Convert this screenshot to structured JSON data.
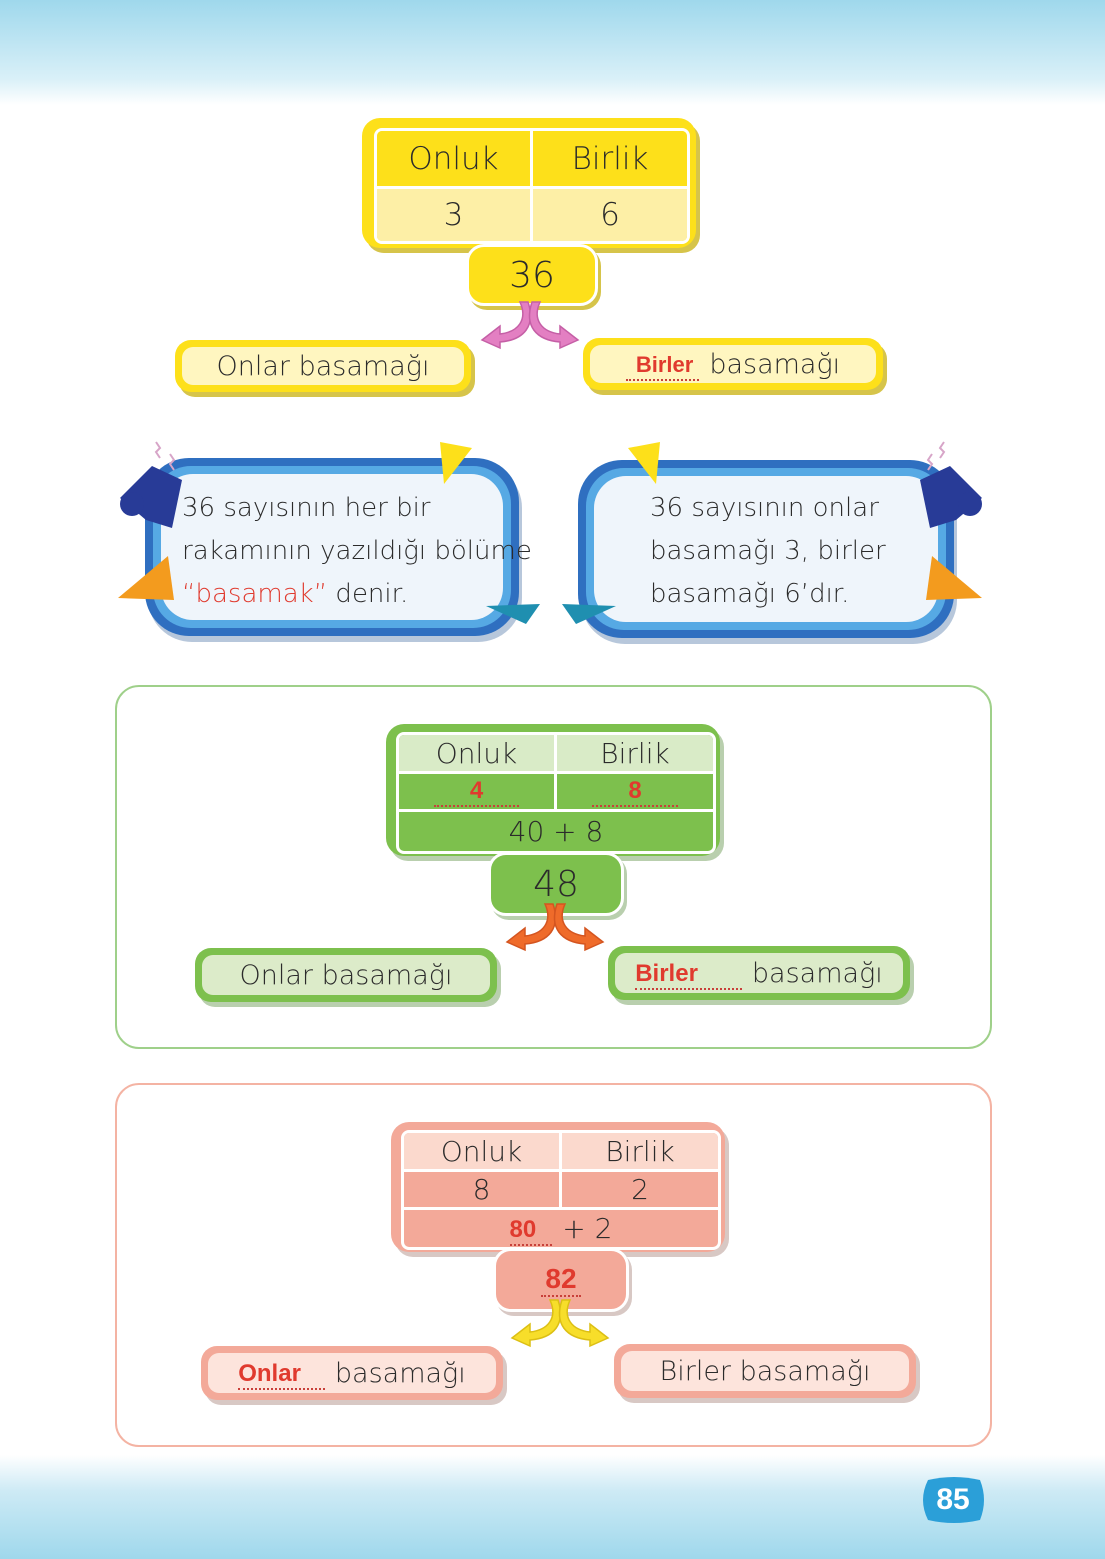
{
  "block1": {
    "header_left": "Onluk",
    "header_right": "Birlik",
    "digit_left": "3",
    "digit_right": "6",
    "number": "36",
    "left_label": "Onlar basamağı",
    "right_answer": "Birler",
    "right_suffix": "basamağı"
  },
  "bubble_left": {
    "line1": "36 sayısının her bir",
    "line2": "rakamının yazıldığı bölüme",
    "line3_quoted": "“basamak”",
    "line3_rest": " denir."
  },
  "bubble_right": {
    "line1": "36 sayısının onlar",
    "line2": "basamağı 3, birler",
    "line3": "basamağı 6’dır."
  },
  "block2": {
    "header_left": "Onluk",
    "header_right": "Birlik",
    "answer_left": "4",
    "answer_right": "8",
    "expansion": "40 + 8",
    "number": "48",
    "left_label": "Onlar basamağı",
    "right_answer": "Birler",
    "right_suffix": "basamağı"
  },
  "block3": {
    "header_left": "Onluk",
    "header_right": "Birlik",
    "digit_left": "8",
    "digit_right": "2",
    "expansion_answer": "80",
    "expansion_rest": "+ 2",
    "number_answer": "82",
    "left_answer": "Onlar",
    "left_suffix": "basamağı",
    "right_label": "Birler basamağı"
  },
  "page_number": "85",
  "colors": {
    "yellow": "#fde01a",
    "green": "#7dc04d",
    "pink": "#f3a999",
    "answer_red": "#e03a2e",
    "bubble_blue": "#2f6fc0"
  }
}
